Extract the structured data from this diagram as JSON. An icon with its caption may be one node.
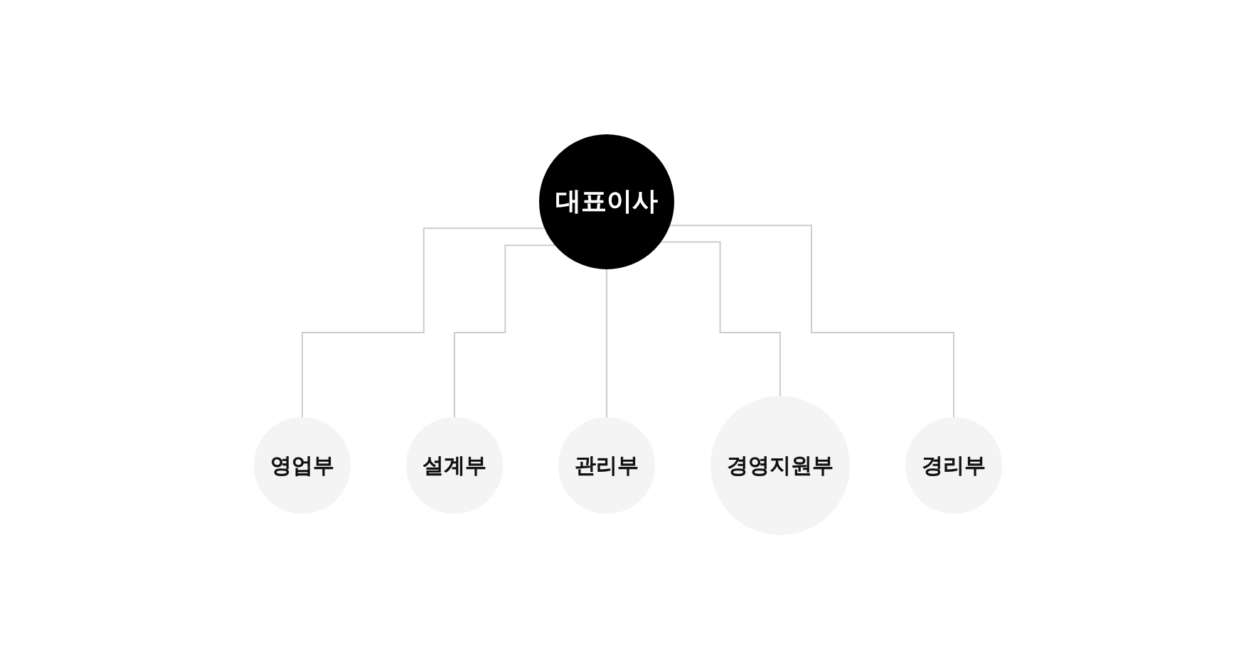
{
  "diagram": {
    "nodes": [
      {
        "text": [
          "대표이사"
        ]
      },
      {
        "text": [
          "영업부"
        ]
      },
      {
        "text": [
          "설계부"
        ]
      },
      {
        "text": [
          "관리부"
        ]
      },
      {
        "text": [
          "경영지원부"
        ]
      },
      {
        "text": [
          "경리부"
        ]
      }
    ],
    "edges": [
      {
        "from": 0,
        "to": 1,
        "arrow": "none"
      },
      {
        "from": 0,
        "to": 2,
        "arrow": "none"
      },
      {
        "from": 0,
        "to": 3,
        "arrow": "none"
      },
      {
        "from": 0,
        "to": 4,
        "arrow": "none"
      },
      {
        "from": 0,
        "to": 5,
        "arrow": "none"
      }
    ]
  }
}
